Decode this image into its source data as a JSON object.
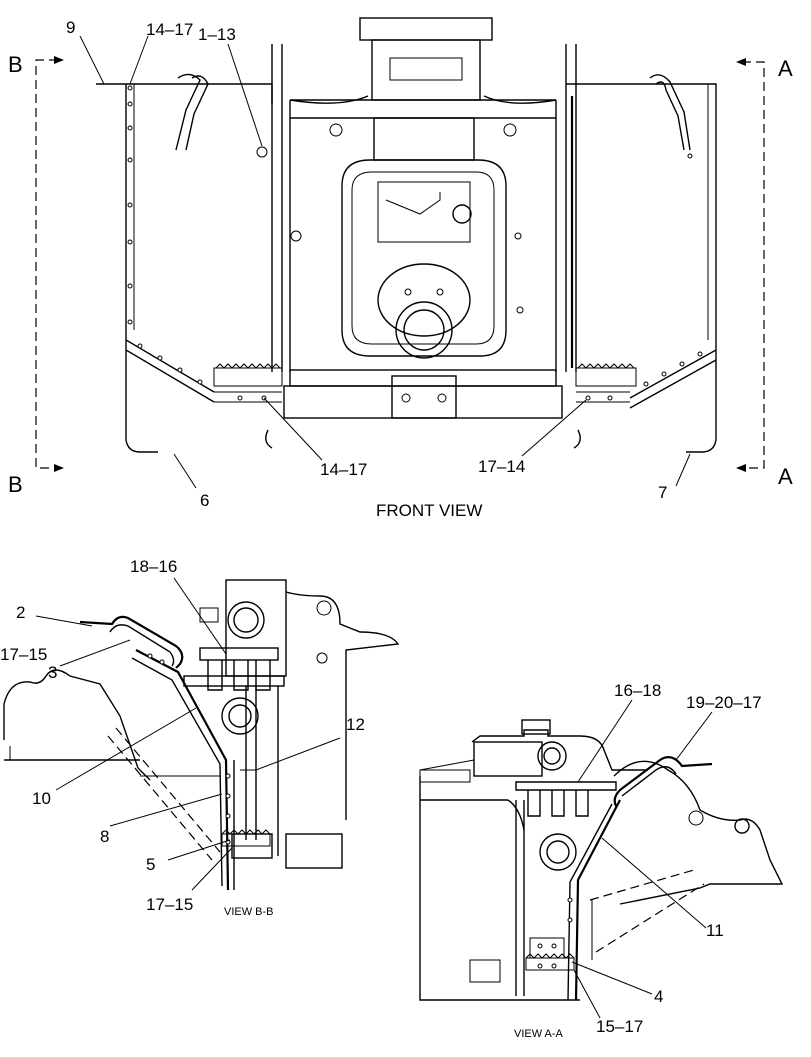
{
  "front_view": {
    "caption": "FRONT VIEW",
    "section_left_top": "B",
    "section_left_bottom": "B",
    "section_right_top": "A",
    "section_right_bottom": "A",
    "callouts": {
      "c9": "9",
      "c14_17_top": "14–17",
      "c1_13": "1–13",
      "c14_17_bottom": "14–17",
      "c17_14": "17–14",
      "c6": "6",
      "c7": "7"
    }
  },
  "view_bb": {
    "caption": "VIEW B-B",
    "callouts": {
      "c18_16": "18–16",
      "c2": "2",
      "c17_15_top": "17–15",
      "c3": "3",
      "c12": "12",
      "c10": "10",
      "c8": "8",
      "c5": "5",
      "c17_15_bottom": "17–15"
    }
  },
  "view_aa": {
    "caption": "VIEW A-A",
    "callouts": {
      "c16_18": "16–18",
      "c19_20_17": "19–20–17",
      "c11": "11",
      "c4": "4",
      "c15_17": "15–17"
    }
  }
}
